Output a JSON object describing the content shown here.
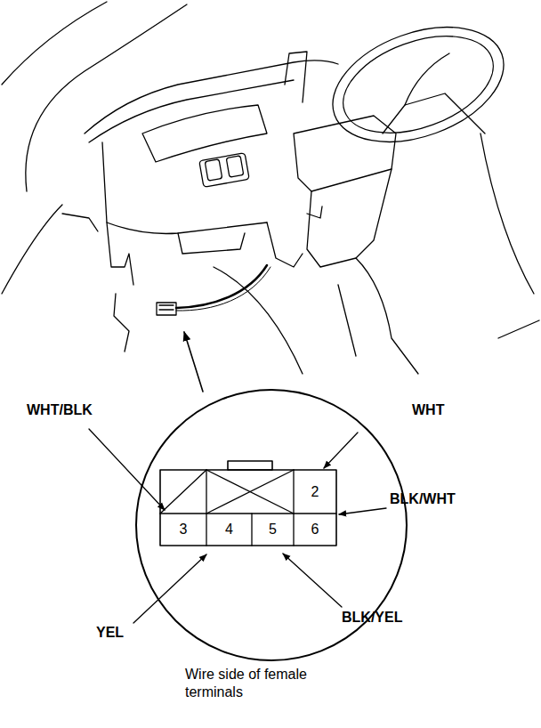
{
  "diagram": {
    "nodes": [
      {
        "text": [
          "2"
        ]
      },
      {
        "text": [
          "3"
        ]
      },
      {
        "text": [
          "4"
        ]
      },
      {
        "text": [
          "5"
        ]
      },
      {
        "text": [
          "6"
        ]
      }
    ],
    "labels": [
      "WHT/BLK",
      "WHT",
      "BLK/WHT",
      "YEL",
      "BLK/YEL",
      "Wire side of female terminals"
    ]
  }
}
